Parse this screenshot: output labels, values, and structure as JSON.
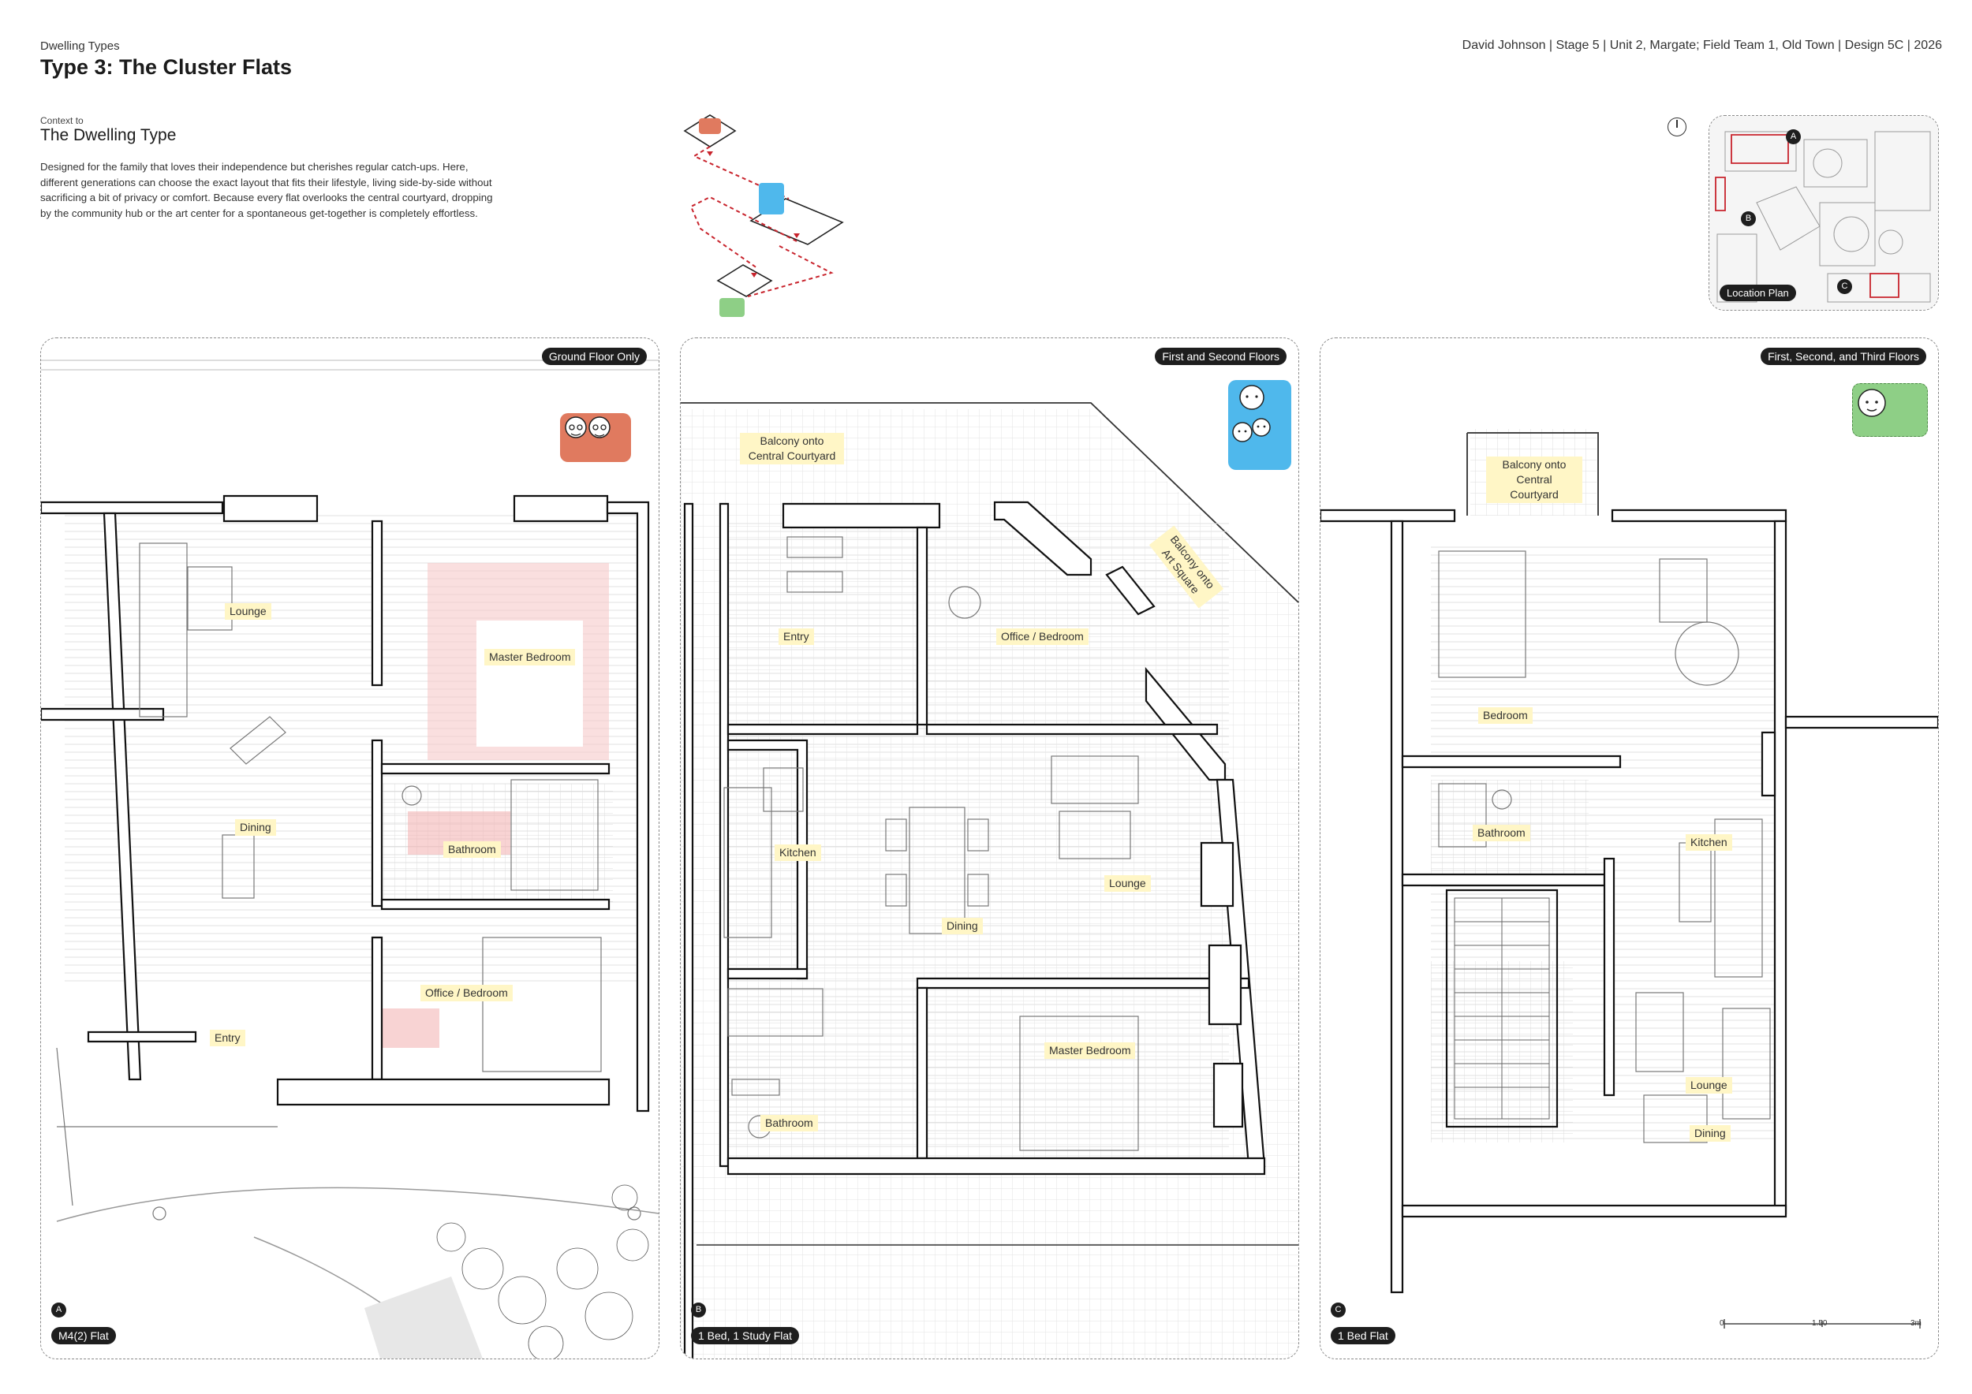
{
  "header": {
    "kicker": "Dwelling Types",
    "title": "Type 3: The Cluster Flats",
    "credits": "David Johnson  |  Stage 5  |  Unit 2, Margate; Field Team 1, Old Town  |  Design 5C  |  2026"
  },
  "context": {
    "small": "Context to",
    "title": "The Dwelling Type",
    "body": "Designed for the family that loves their independence but cherishes regular catch-ups. Here, different generations can choose the exact layout that fits their lifestyle, living side-by-side without sacrificing a bit of privacy or comfort. Because every flat overlooks the central courtyard, dropping by the community hub or the art center for a spontaneous get-together is completely effortless."
  },
  "location_plan": {
    "label": "Location Plan",
    "markers": [
      "A",
      "B",
      "C"
    ]
  },
  "panels": [
    {
      "floors": "Ground Floor Only",
      "marker": "A",
      "flat_type": "M4(2) Flat",
      "rooms": [
        "Lounge",
        "Master Bedroom",
        "Dining",
        "Bathroom",
        "Office / Bedroom",
        "Entry"
      ],
      "badge_color": "#e07a5f"
    },
    {
      "floors": "First and Second Floors",
      "marker": "B",
      "flat_type": "1 Bed, 1 Study Flat",
      "rooms": [
        "Balcony onto Central Courtyard",
        "Balcony onto Art Square",
        "Entry",
        "Office / Bedroom",
        "Kitchen",
        "Lounge",
        "Dining",
        "Master Bedroom",
        "Bathroom"
      ],
      "badge_color": "#4fb8ec"
    },
    {
      "floors": "First, Second, and Third Floors",
      "marker": "C",
      "flat_type": "1 Bed Flat",
      "rooms": [
        "Balcony onto Central Courtyard",
        "Bedroom",
        "Bathroom",
        "Kitchen",
        "Lounge",
        "Dining"
      ],
      "badge_color": "#8ecf86"
    }
  ],
  "scale_bar": {
    "ticks": [
      "0",
      "1.50",
      "3m"
    ]
  }
}
